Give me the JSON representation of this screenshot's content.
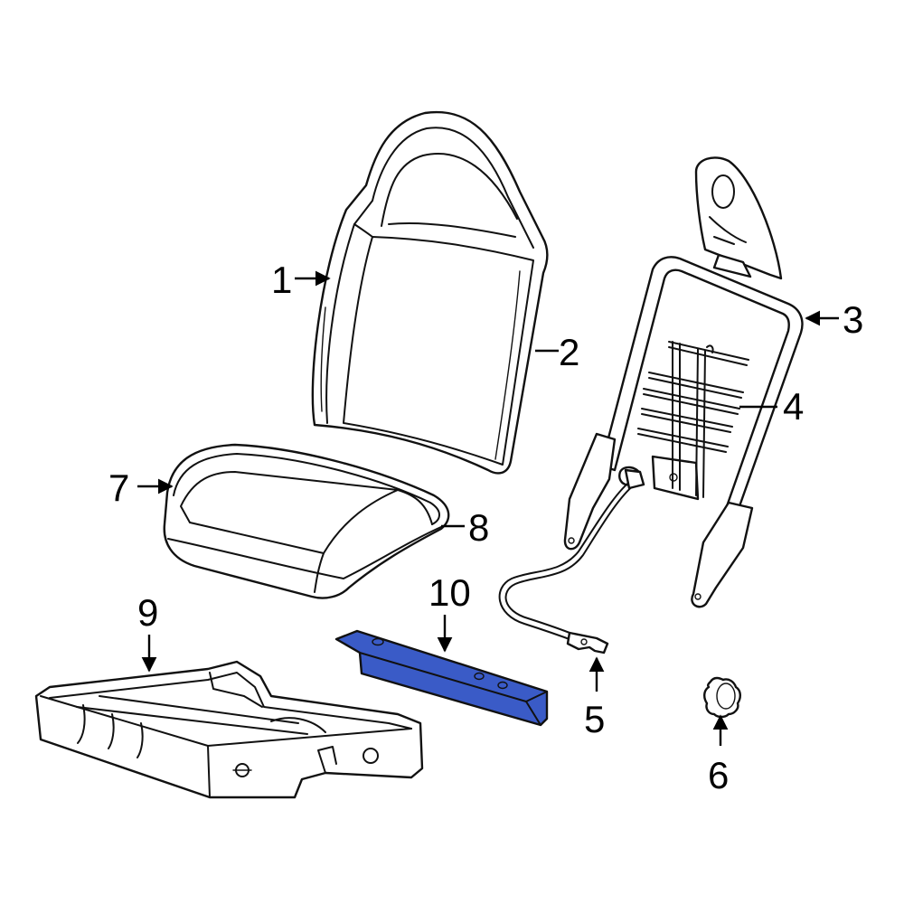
{
  "callouts": [
    "1",
    "2",
    "3",
    "4",
    "5",
    "6",
    "7",
    "8",
    "9",
    "10"
  ],
  "colors": {
    "highlight_part": "#3a5bc7",
    "outline": "#111111",
    "background": "#ffffff"
  }
}
